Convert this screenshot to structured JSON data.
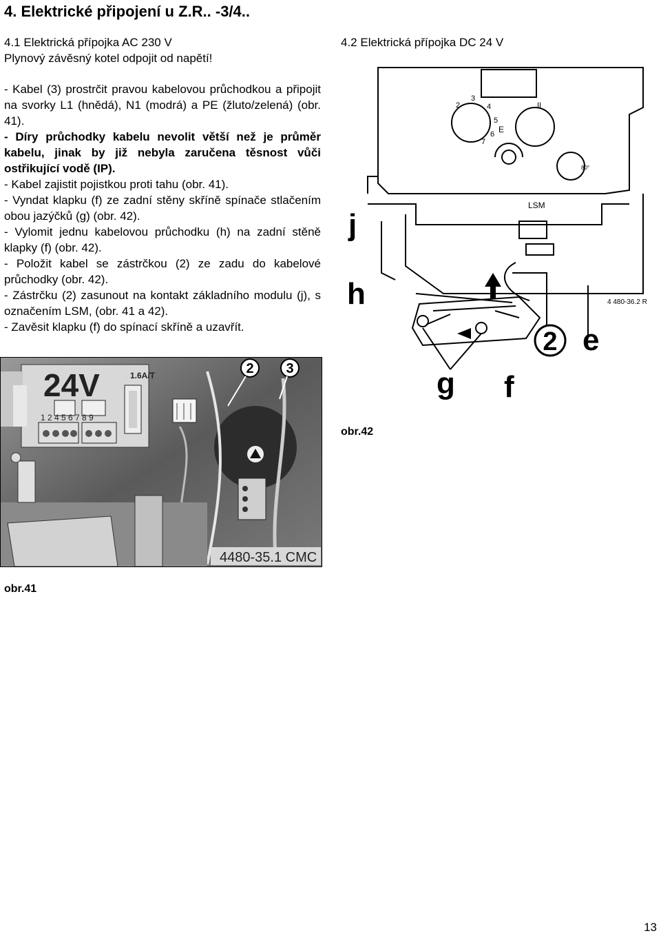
{
  "page_title": "4. Elektrické připojení u Z.R.. -3/4..",
  "left_section": {
    "heading": "4.1 Elektrická přípojka AC 230 V",
    "subheading": "Plynový závěsný kotel odpojit od napětí!",
    "bullets": [
      "- Kabel (3) prostrčit pravou kabelovou průchodkou a připojit na svorky L1 (hnědá), N1 (modrá) a PE (žluto/zelená) (obr. 41).",
      "- Díry průchodky kabelu nevolit větší než je průměr kabelu, jinak by již nebyla zaručena těsnost vůči ostřikující vodě (IP).",
      "- Kabel zajistit pojistkou proti tahu (obr. 41).",
      "- Vyndat klapku (f) ze zadní stěny skříně spínače stlačením obou jazýčků (g) (obr. 42).",
      "- Vylomit jednu kabelovou průchodku (h) na zadní stěně klapky (f) (obr. 42).",
      "- Položit kabel se zástrčkou (2) ze zadu do kabelové průchodky (obr. 42).",
      "- Zástrčku (2) zasunout  na kontakt základního modulu (j), s označením LSM, (obr. 41 a 42).",
      "- Zavěsit klapku (f) do spínací skříně a uzavřít."
    ]
  },
  "right_section": {
    "heading": "4.2 Elektrická přípojka DC 24 V"
  },
  "photo_41": {
    "label_24v": "24V",
    "label_fuse": "1.6A/T",
    "terminal_numbers": "1 2 4 5 6 7 8 9",
    "callouts": [
      "2",
      "3"
    ],
    "code": "4480-35.1 CMC",
    "caption": "obr.41"
  },
  "drawing_42": {
    "dial_numbers": [
      "2",
      "3",
      "4",
      "5",
      "6",
      "7"
    ],
    "label_e_small": "E",
    "label_ii": "II",
    "label_lsm": "LSM",
    "label_80": "80°",
    "label_j": "j",
    "label_h": "h",
    "label_g": "g",
    "label_f": "f",
    "label_e": "e",
    "label_2": "2",
    "code": "4 480-36.2 R",
    "caption": "obr.42"
  },
  "page_number": "13"
}
